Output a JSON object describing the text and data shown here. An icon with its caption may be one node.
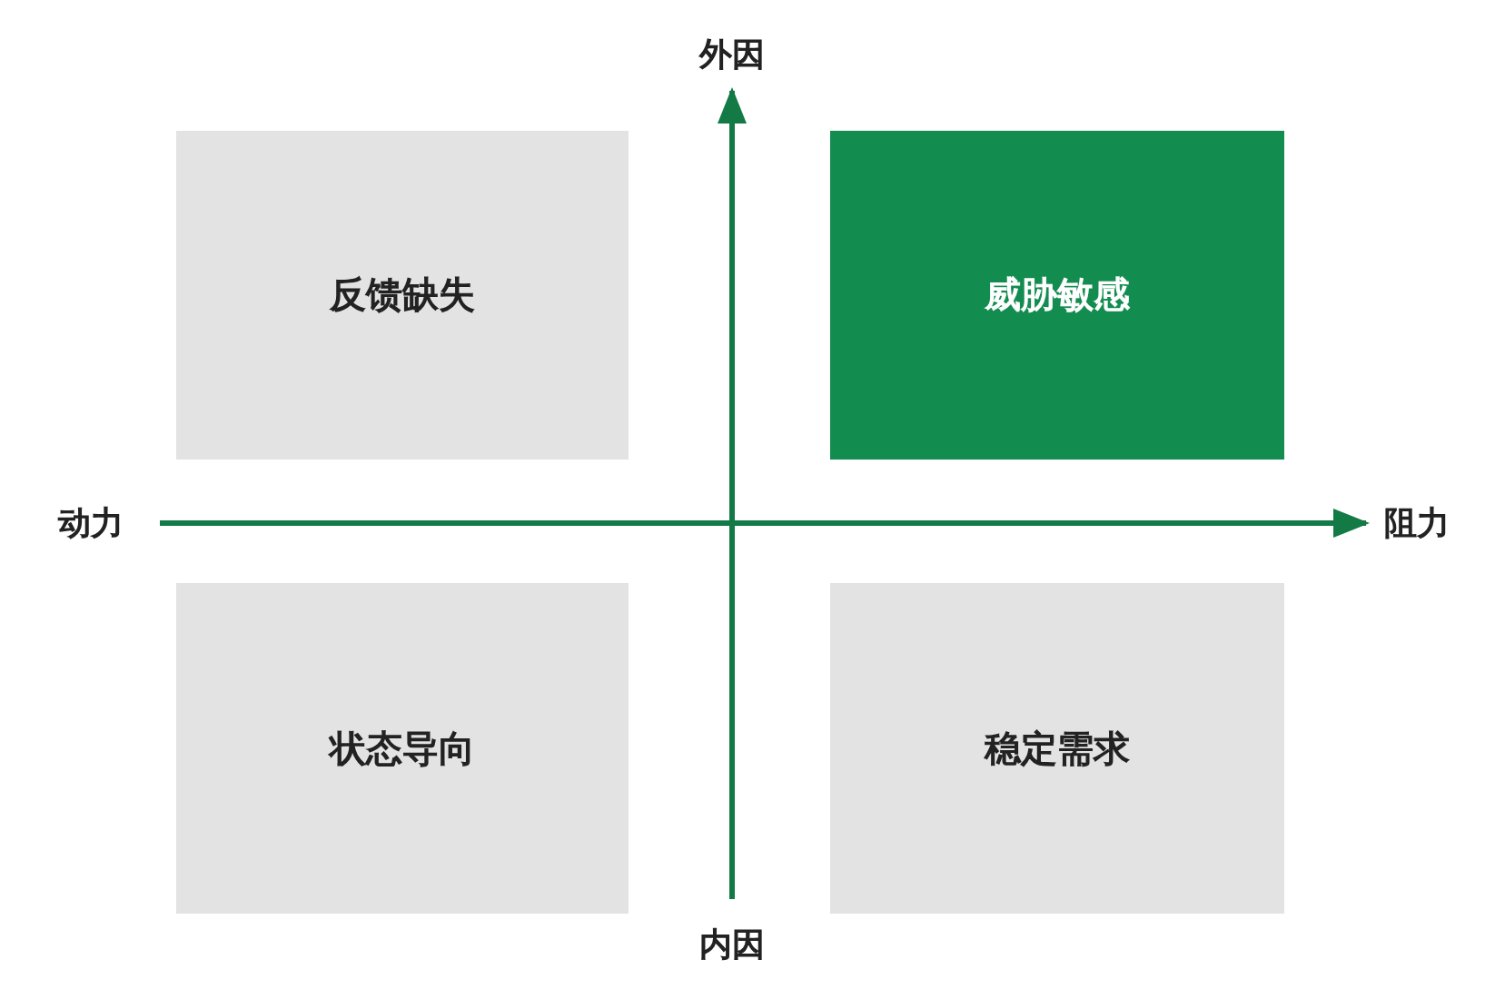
{
  "diagram": {
    "nodes": [
      {
        "text": [
          "反馈缺失"
        ]
      },
      {
        "text": [
          "威胁敏感"
        ]
      },
      {
        "text": [
          "状态导向"
        ]
      },
      {
        "text": [
          "稳定需求"
        ]
      }
    ],
    "edges": [],
    "labels": [
      "外因",
      "动力",
      "阻力",
      "内因"
    ]
  }
}
